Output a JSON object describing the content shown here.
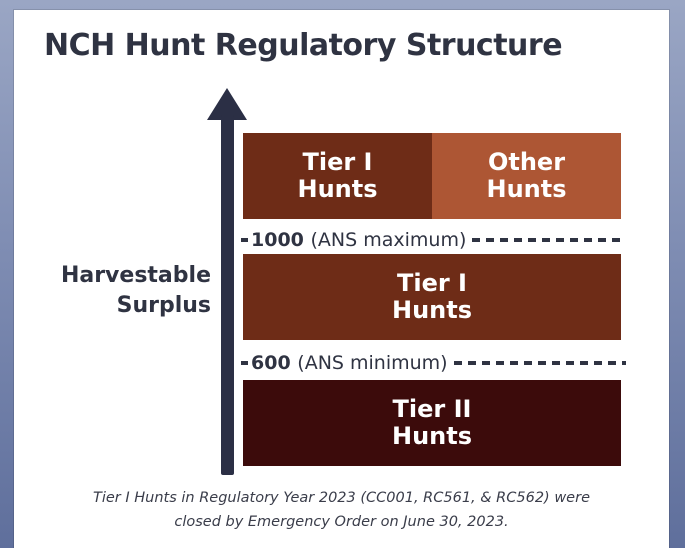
{
  "title": "NCH Hunt Regulatory Structure",
  "axis_label": {
    "line1": "Harvestable",
    "line2": "Surplus"
  },
  "blocks": {
    "top_left": {
      "line1": "Tier I",
      "line2": "Hunts"
    },
    "top_right": {
      "line1": "Other",
      "line2": "Hunts"
    },
    "middle": {
      "line1": "Tier I",
      "line2": "Hunts"
    },
    "bottom": {
      "line1": "Tier II",
      "line2": "Hunts"
    }
  },
  "thresholds": {
    "upper": {
      "value": "1000",
      "label": "(ANS maximum)"
    },
    "lower": {
      "value": "600",
      "label": "(ANS minimum)"
    }
  },
  "caption": {
    "line1": "Tier I Hunts in Regulatory Year 2023 (CC001, RC561, & RC562) were",
    "line2": "closed by Emergency Order on June 30, 2023."
  },
  "colors": {
    "tier1": "#6e2c17",
    "other": "#ad5634",
    "tier2": "#3c0b0b",
    "arrow": "#2b2f45"
  },
  "icons": {
    "axis": "up-arrow-icon"
  }
}
